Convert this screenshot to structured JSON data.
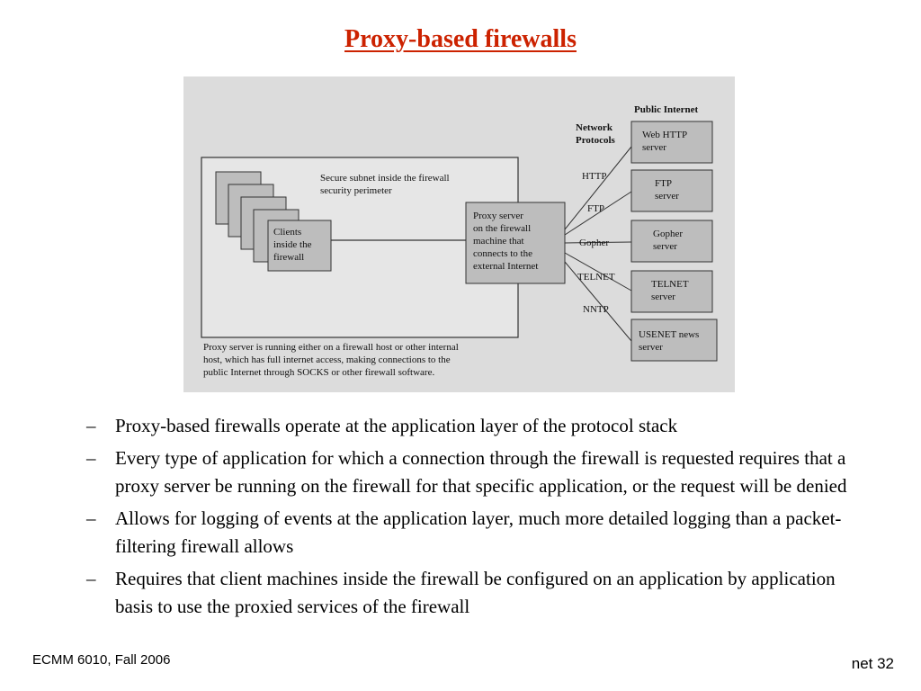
{
  "slide": {
    "title": "Proxy-based firewalls",
    "bullets": [
      "Proxy-based firewalls operate at the application layer of the protocol stack",
      "Every type of application for which a connection through the firewall is requested requires that a proxy server be running on the firewall for that specific application, or the request will be denied",
      "Allows for logging of events at the application layer, much more detailed logging than a packet-filtering firewall allows",
      "Requires that client machines inside the firewall be configured on an application by application basis to use the proxied services of the firewall"
    ],
    "bullet_marker": "–",
    "footer_left": "ECMM 6010, Fall 2006",
    "footer_right": "net 32"
  },
  "diagram": {
    "public_internet": "Public Internet",
    "network_protocols": [
      "Network",
      "Protocols"
    ],
    "subnet_label": [
      "Secure subnet inside the firewall",
      "security perimeter"
    ],
    "clients_label": [
      "Clients",
      "inside the",
      "firewall"
    ],
    "proxy_label": [
      "Proxy server",
      "on the firewall",
      "machine that",
      "connects to the",
      "external Internet"
    ],
    "protocols": [
      "HTTP",
      "FTP",
      "Gopher",
      "TELNET",
      "NNTP"
    ],
    "servers": [
      [
        "Web HTTP",
        "server"
      ],
      [
        "FTP",
        "server"
      ],
      [
        "Gopher",
        "server"
      ],
      [
        "TELNET",
        "server"
      ],
      [
        "USENET news",
        "server"
      ]
    ],
    "caption": [
      "Proxy server is running either on a firewall host or other internal",
      "host, which has full internet access, making connections to the",
      "public Internet through SOCKS or other firewall software."
    ]
  },
  "colors": {
    "title": "#cc2200",
    "figure_bg": "#dcdcdc",
    "box_fill": "#bdbdbd"
  }
}
